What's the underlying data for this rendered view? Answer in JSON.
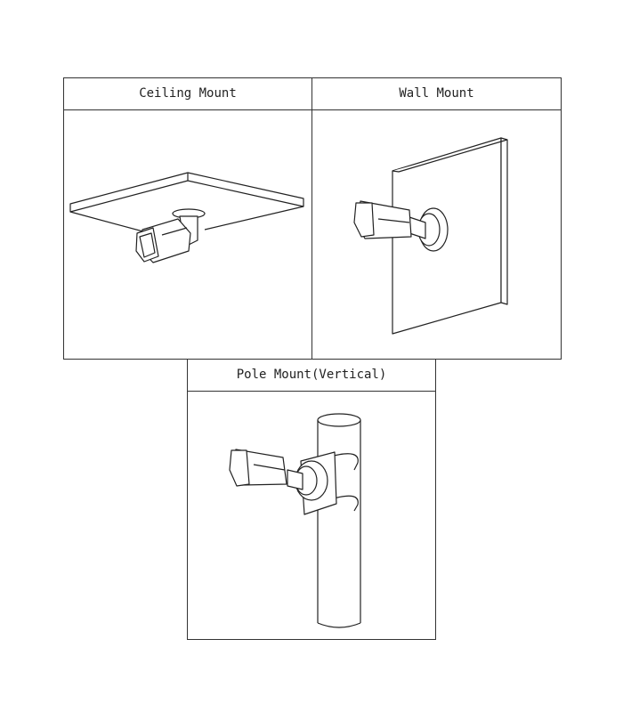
{
  "panels": [
    {
      "title": "Ceiling Mount"
    },
    {
      "title": "Wall Mount"
    },
    {
      "title": "Pole Mount(Vertical)"
    }
  ]
}
